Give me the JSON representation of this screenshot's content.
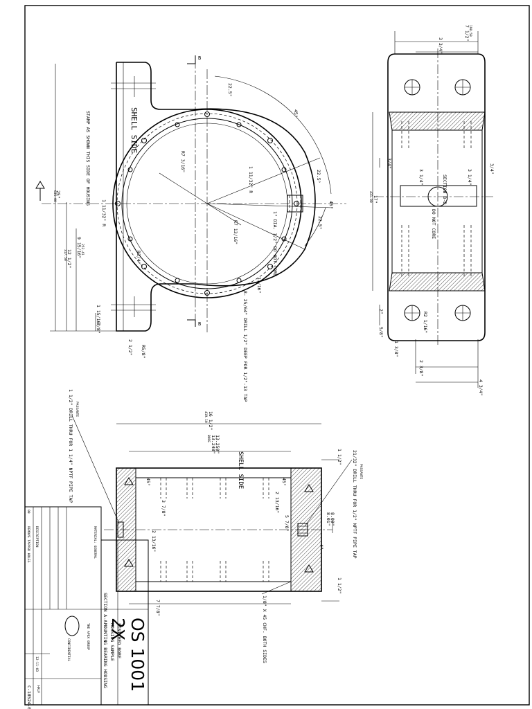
{
  "part": {
    "number": "OS 1001",
    "quantity": "2X"
  },
  "title_block": {
    "title_line_1": "MOUNTING BEARING HOUSING",
    "title_line_2": "HOUSING SAMPLE",
    "title_line_3": "FINISHED BORE",
    "company": "THE APEX GROUP",
    "confidential": "CONFIDENTIAL",
    "drawing_number": "C-18524-00",
    "scale": "HALF",
    "rev": "00",
    "date": "12-11-03"
  },
  "notes": {
    "section_label": "SECTION A-A",
    "material": "MATERIAL: GENERAL",
    "remove_holes": "REMOVE TAPPED HOLES",
    "description": "DESCRIPTION"
  },
  "top_view": {
    "shell_side": "SHELL SIDE",
    "stamp_note": "STAMP AS SHOWN THIS SIDE OF HOUSING",
    "hole_note": "8- 25/64\" DRILL 1/2\" DEEP FOR 1/2\"-13 TAP",
    "section_mark": "B",
    "dims": {
      "overall_height": "25\"",
      "overall_height_mm": "635.00",
      "width_one": "12 1/2\"",
      "width_one_mm": "317.50",
      "width_two": "9 15/16\"",
      "width_two_mm": "252.41",
      "base_one": "1 15/16\"",
      "base_two": "5/8\"",
      "base_three": "2 1/2\"",
      "radius_one": "R7 3/16\"",
      "radius_two": "R7 13/16\"",
      "radius_three": "R3/4\"",
      "radius_four": "R5/8\"",
      "radius_five": "1 11/32\" R",
      "radius_six": "1 11/32\" R",
      "angle_one": "22.5°",
      "angle_two": "45°",
      "angle_three": "22.5°",
      "angle_four": "45°",
      "angle_five": "22.5°",
      "thread_note": "1\" DIA. 1/2\" DO NOT CORE",
      "chamfer": "11/16\""
    }
  },
  "section_b": {
    "label": "SECTION B-B",
    "top_width": "7 1/2\"",
    "top_width_mm": "190.50",
    "inner_width": "3 3/4\"",
    "height": "17\"",
    "height_mm": "431.80",
    "bore": "3 1/4\"",
    "hole_offset": "3/4\"",
    "slot": "2\"",
    "gap": "5/8\"",
    "hole_spacing": "1 3/8\"",
    "lower_one": "2 3/8\"",
    "lower_two": "4 3/4\"",
    "no_core": "DO NOT CORE",
    "radius": "R2 1/16\""
  },
  "section_a": {
    "shell_side": "SHELL SIDE",
    "overall_width": "16 1/2\"",
    "overall_width_mm": "419.10",
    "bore": "13.250\"",
    "bore_alt": "13.248\"",
    "bore_label": "BORE",
    "top_dim": "1 1/2\"",
    "bottom_dim": "1 1/2\"",
    "depth": "8.00\"",
    "depth_alt": "8.01\"",
    "side_dim": "4\"",
    "center_one": "5 7/8\"",
    "center_two": "2 13/16\"",
    "center_three": "3 7/8\"",
    "center_four": "2 13/16\"",
    "width_small": "7 7/8\"",
    "chamfer_note": "1/8\" X 45 CHF. BOTH SIDES",
    "drill_top": "21/32\" DRILL THRU FOR 1/2\" NPTF PIPE TAP",
    "drill_bottom": "1 1/2\" DRILL THRU FOR 1 1/4\" NPTF PIPE TAP",
    "passante_top": "PASSANTE",
    "passante_bottom": "PASSANTE",
    "angle_a": "45°",
    "angle_b": "45°"
  }
}
